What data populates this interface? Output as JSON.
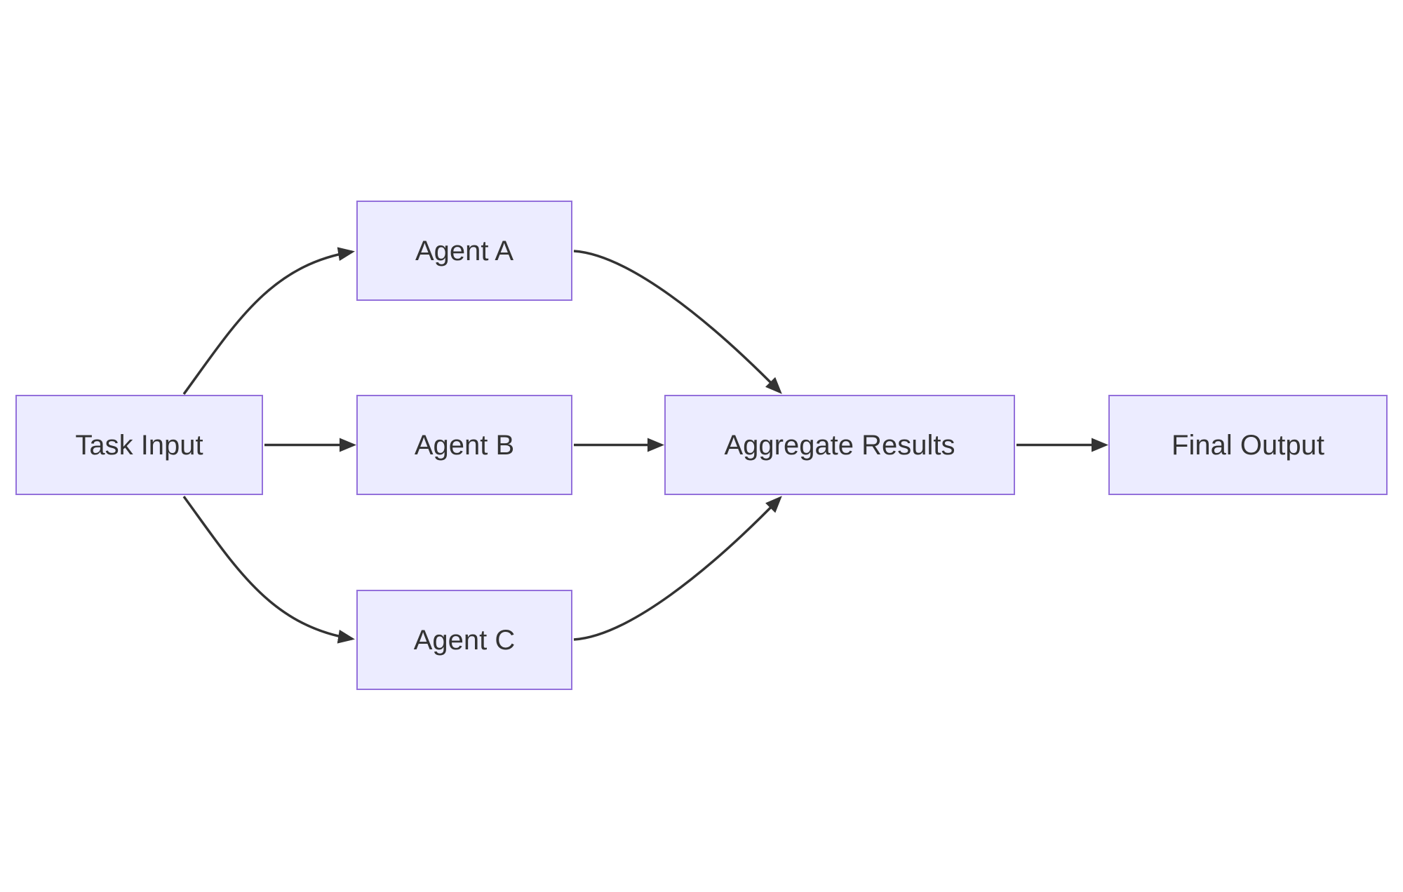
{
  "diagram": {
    "type": "flowchart",
    "direction": "left-to-right",
    "nodes": [
      {
        "id": "task_input",
        "label": "Task Input"
      },
      {
        "id": "agent_a",
        "label": "Agent A"
      },
      {
        "id": "agent_b",
        "label": "Agent B"
      },
      {
        "id": "agent_c",
        "label": "Agent C"
      },
      {
        "id": "aggregate_results",
        "label": "Aggregate Results"
      },
      {
        "id": "final_output",
        "label": "Final Output"
      }
    ],
    "edges": [
      {
        "from": "task_input",
        "to": "agent_a"
      },
      {
        "from": "task_input",
        "to": "agent_b"
      },
      {
        "from": "task_input",
        "to": "agent_c"
      },
      {
        "from": "agent_a",
        "to": "aggregate_results"
      },
      {
        "from": "agent_b",
        "to": "aggregate_results"
      },
      {
        "from": "agent_c",
        "to": "aggregate_results"
      },
      {
        "from": "aggregate_results",
        "to": "final_output"
      }
    ],
    "colors": {
      "background": "#ffffff",
      "node_fill": "#ECECFF",
      "node_border": "#9370DB",
      "edge": "#333333",
      "text": "#333333"
    }
  }
}
